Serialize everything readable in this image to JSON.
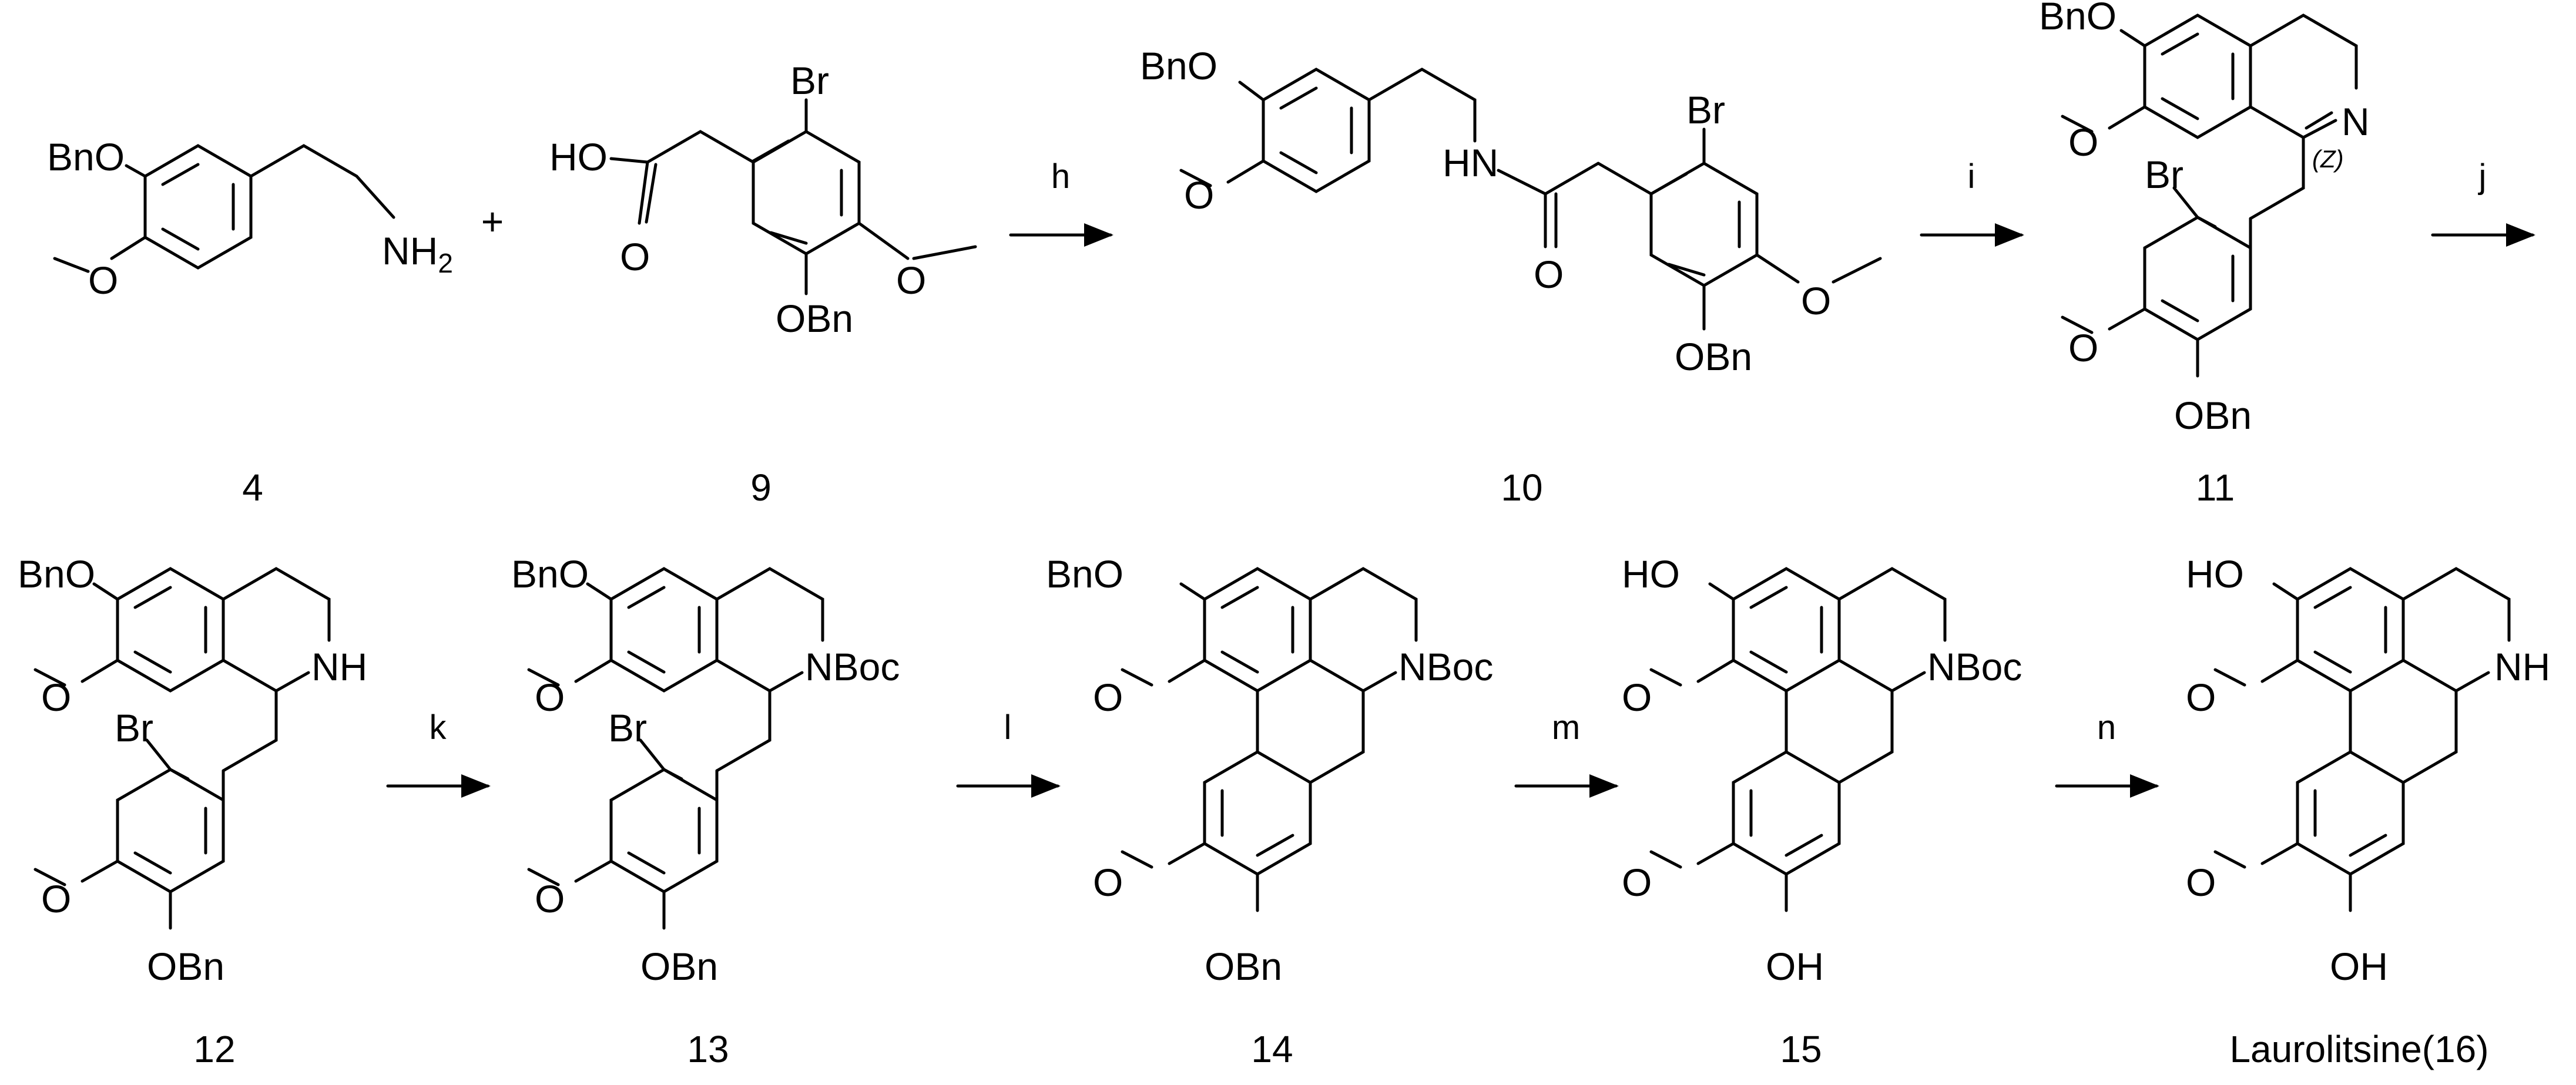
{
  "reaction_conditions": [
    "h",
    "i",
    "j",
    "k",
    "l",
    "m",
    "n"
  ],
  "compounds": [
    {
      "id": "4",
      "labels": {
        "bno": "BnO",
        "nh2": "NH",
        "nh2_sub": "2"
      }
    },
    {
      "id": "9",
      "labels": {
        "ho": "HO",
        "o": "O",
        "br": "Br",
        "obn": "OBn"
      }
    },
    {
      "id": "10",
      "labels": {
        "bno": "BnO",
        "hn": "HN",
        "o": "O",
        "br": "Br",
        "obn": "OBn"
      }
    },
    {
      "id": "11",
      "labels": {
        "bno": "BnO",
        "n": "N",
        "z": "(Z)",
        "br": "Br",
        "obn": "OBn"
      }
    },
    {
      "id": "12",
      "labels": {
        "bno": "BnO",
        "nh": "NH",
        "br": "Br",
        "obn": "OBn"
      }
    },
    {
      "id": "13",
      "labels": {
        "bno": "BnO",
        "nboc": "NBoc",
        "br": "Br",
        "obn": "OBn"
      }
    },
    {
      "id": "14",
      "labels": {
        "bno": "BnO",
        "nboc": "NBoc",
        "obn": "OBn"
      }
    },
    {
      "id": "15",
      "labels": {
        "ho": "HO",
        "nboc": "NBoc",
        "oh": "OH"
      }
    },
    {
      "id": "Laurolitsine(16)",
      "labels": {
        "ho": "HO",
        "nh": "NH",
        "oh": "OH"
      }
    }
  ],
  "plus_sign": "+"
}
